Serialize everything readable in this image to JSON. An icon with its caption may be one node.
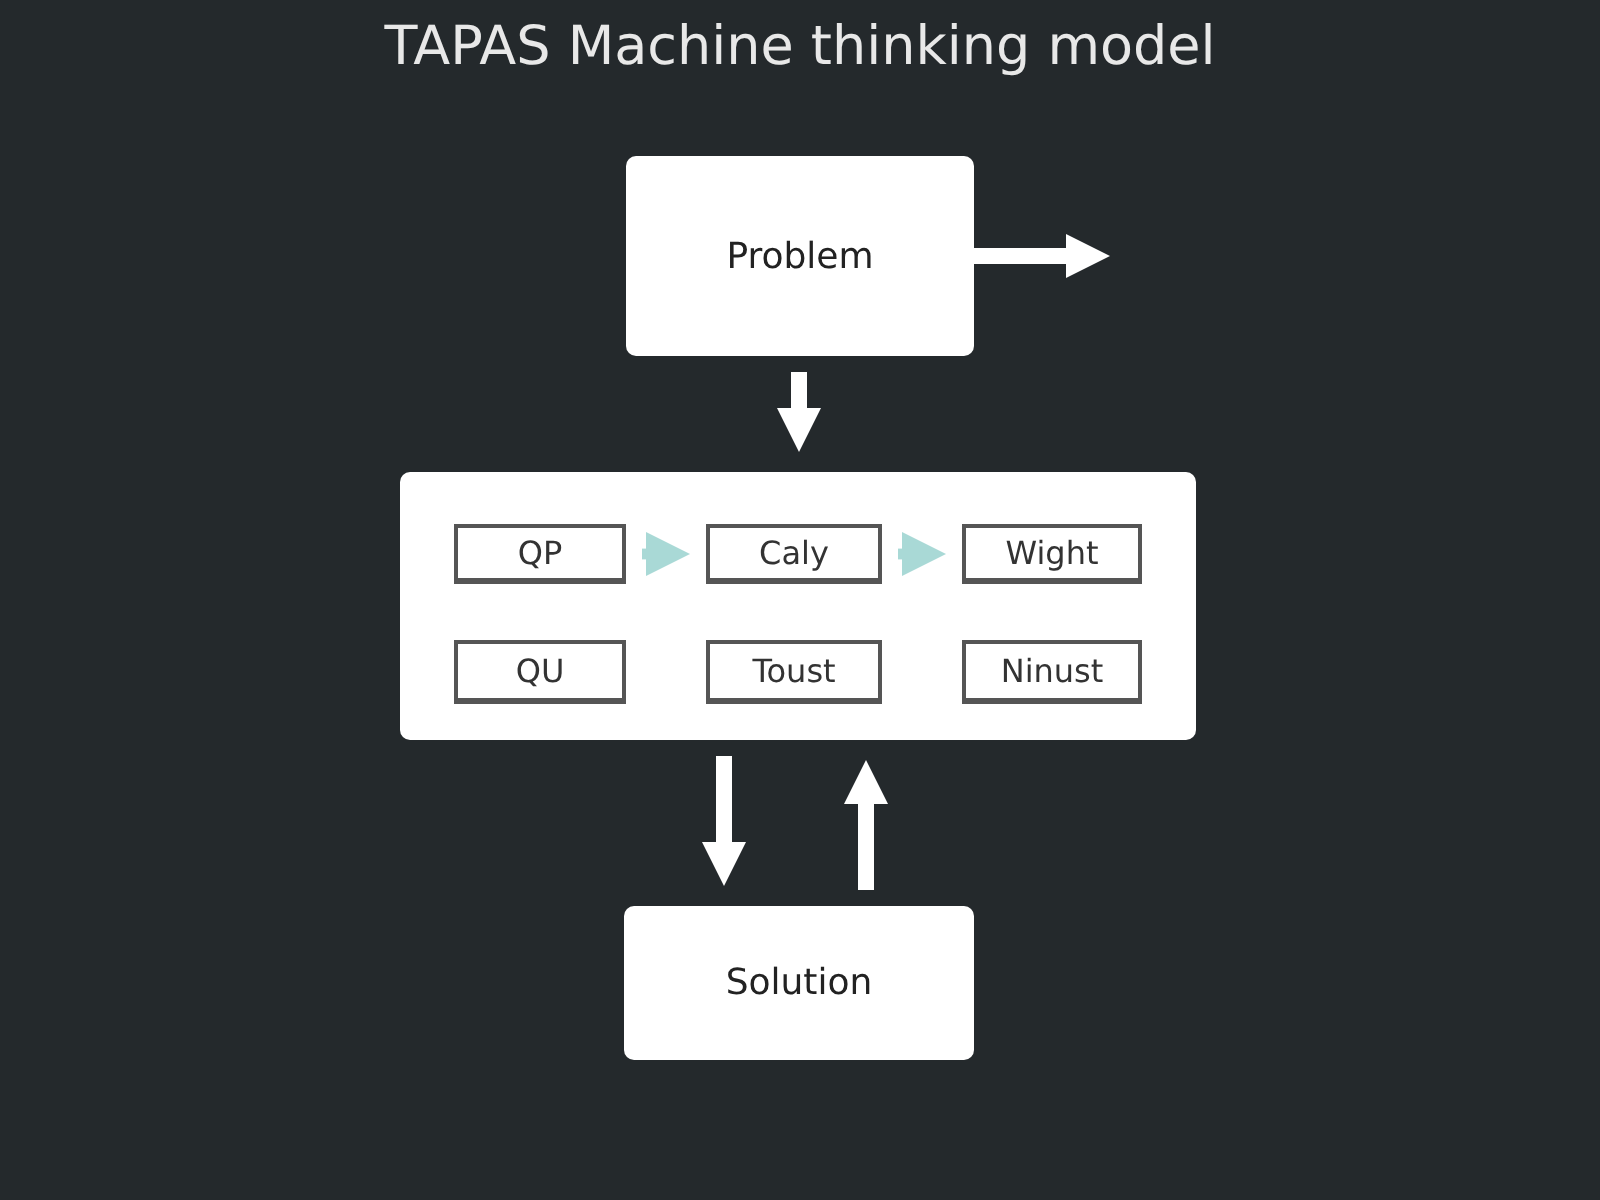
{
  "diagram": {
    "title": "TAPAS Machine thinking model",
    "nodes": [
      {
        "text": [
          "Problem"
        ]
      },
      {
        "text": [],
        "shape": "box"
      },
      {
        "text": [
          "QP"
        ],
        "in": 1
      },
      {
        "text": [
          "Caly"
        ],
        "in": 1
      },
      {
        "text": [
          "Wight"
        ],
        "in": 1
      },
      {
        "text": [
          "QU"
        ],
        "in": 1
      },
      {
        "text": [
          "Toust"
        ],
        "in": 1
      },
      {
        "text": [
          "Ninust"
        ],
        "in": 1
      },
      {
        "text": [
          "Solution"
        ]
      }
    ],
    "edges": [
      {
        "from": 0,
        "to": null,
        "arrow": "to"
      },
      {
        "from": 0,
        "to": 1,
        "arrow": "to"
      },
      {
        "from": 2,
        "to": 3,
        "arrow": "to",
        "color": "#a9d9d6"
      },
      {
        "from": 3,
        "to": 4,
        "arrow": "to",
        "color": "#a9d9d6"
      },
      {
        "from": 1,
        "to": 8,
        "arrow": "to"
      },
      {
        "from": 8,
        "to": 1,
        "arrow": "to"
      }
    ]
  }
}
